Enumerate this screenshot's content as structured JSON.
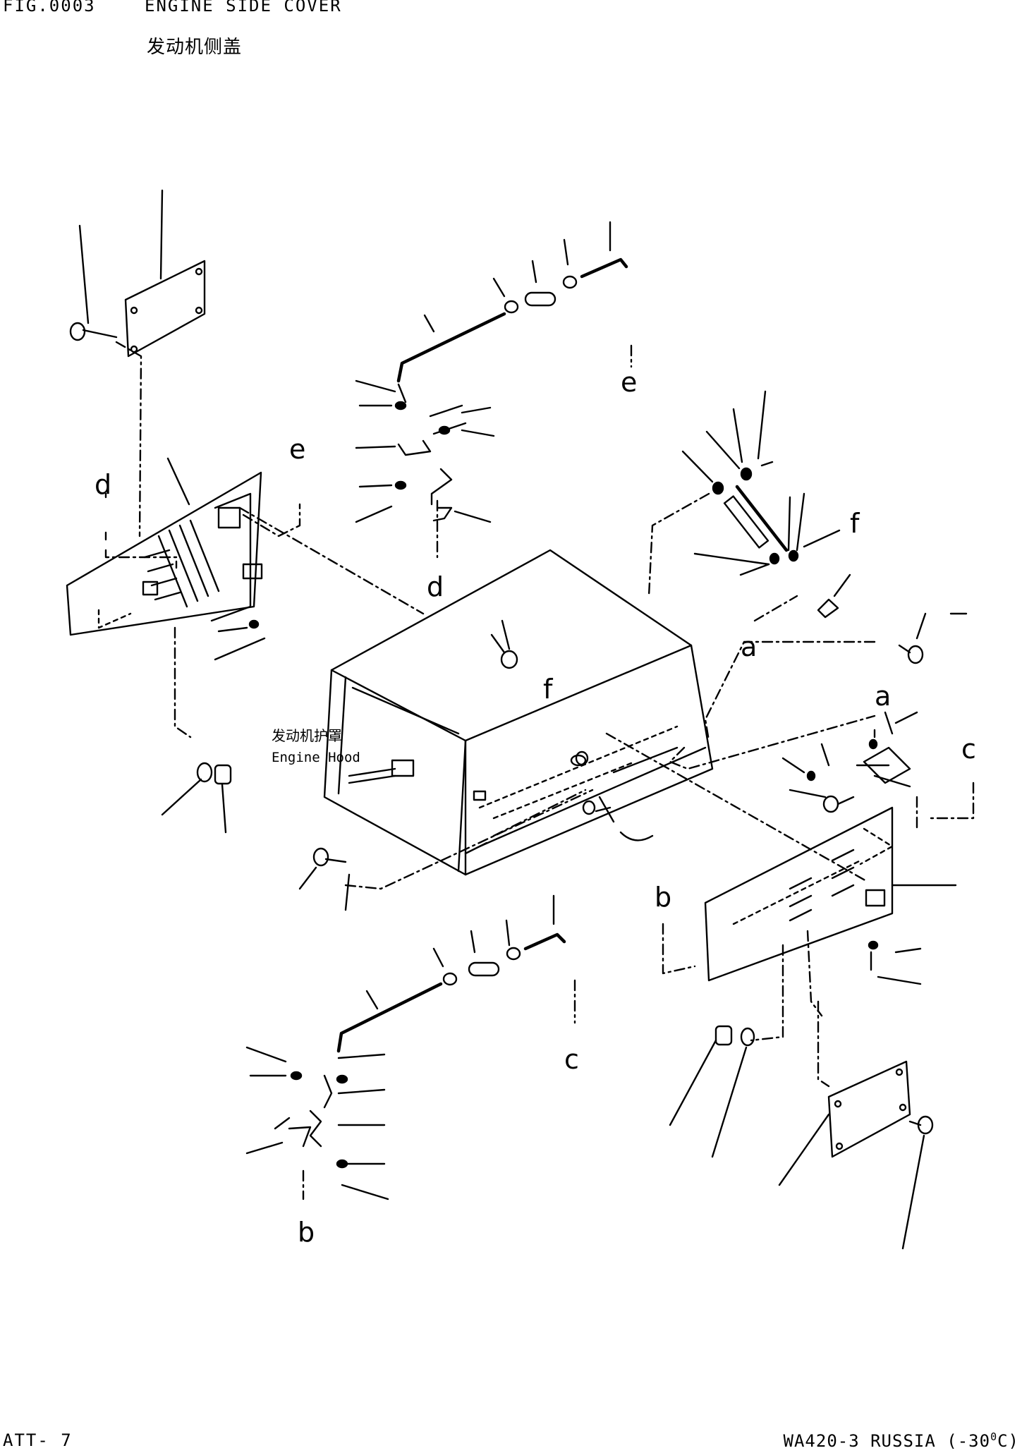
{
  "header": {
    "fig_no": "FIG.0003",
    "title_en": "ENGINE SIDE COVER",
    "title_cn": "发动机侧盖"
  },
  "diagram": {
    "hood_label_cn": "发动机护罩",
    "hood_label_en": "Engine Hood",
    "ref_letters": {
      "a": "a",
      "b": "b",
      "c": "c",
      "d": "d",
      "e": "e",
      "f": "f"
    }
  },
  "footer": {
    "left": "ATT- 7",
    "right_model": "WA420-3 RUSSIA (-30",
    "right_unit": "C)",
    "right_degree": "0"
  }
}
